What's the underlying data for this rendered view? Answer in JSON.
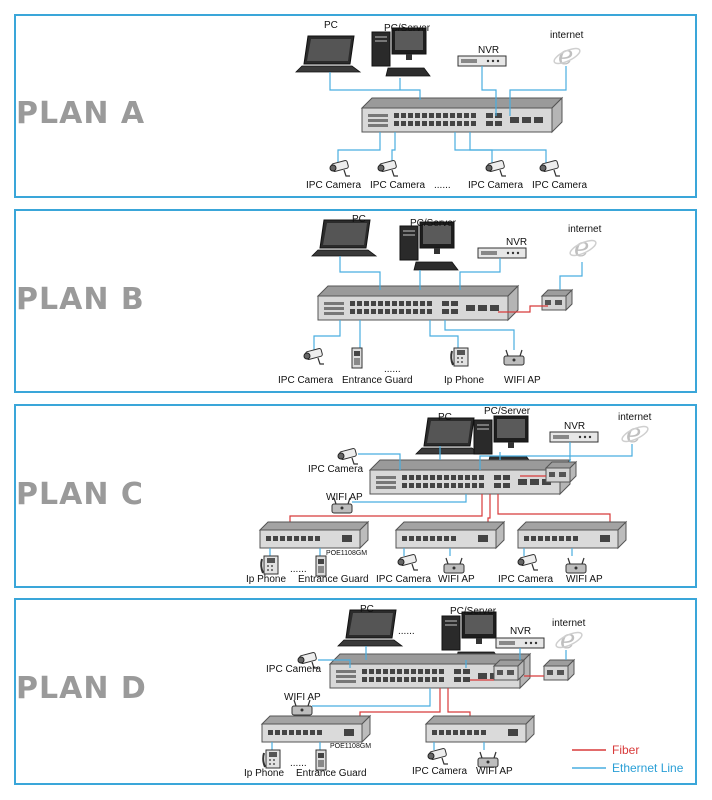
{
  "plans": {
    "a": {
      "title": "PLAN A",
      "pc": "PC",
      "server": "PC/Server",
      "nvr": "NVR",
      "internet": "internet",
      "cam1": "IPC Camera",
      "cam2": "IPC Camera",
      "cam3": "IPC Camera",
      "cam4": "IPC Camera",
      "dots": "......"
    },
    "b": {
      "title": "PLAN B",
      "pc": "PC",
      "server": "PC/Server",
      "nvr": "NVR",
      "internet": "internet",
      "cam": "IPC Camera",
      "guard": "Entrance Guard",
      "phone": "Ip Phone",
      "wifi": "WIFI AP",
      "dots": "......"
    },
    "c": {
      "title": "PLAN C",
      "pc": "PC",
      "server": "PC/Server",
      "nvr": "NVR",
      "internet": "internet",
      "cam_top": "IPC Camera",
      "wifi_top": "WIFI AP",
      "model": "POE1108GM",
      "phone": "Ip Phone",
      "guard": "Entrance Guard",
      "cam2": "IPC Camera",
      "wifi2": "WIFI AP",
      "cam3": "IPC Camera",
      "wifi3": "WIFI AP",
      "dots": "......"
    },
    "d": {
      "title": "PLAN D",
      "pc": "PC",
      "server": "PC/Server",
      "nvr": "NVR",
      "internet": "internet",
      "cam_top": "IPC Camera",
      "wifi_top": "WIFI AP",
      "model": "POE1108GM",
      "phone": "Ip Phone",
      "guard": "Entrance Guard",
      "cam2": "IPC Camera",
      "wifi2": "WIFI AP",
      "dots": "......",
      "dots_pc": "......"
    }
  },
  "legend": {
    "fiber": "Fiber",
    "ethernet": "Ethernet Line"
  },
  "colors": {
    "panel_border": "#3aa6d9",
    "ethernet": "#49aee0",
    "fiber": "#d83a3a",
    "title": "#9a9a9a"
  }
}
